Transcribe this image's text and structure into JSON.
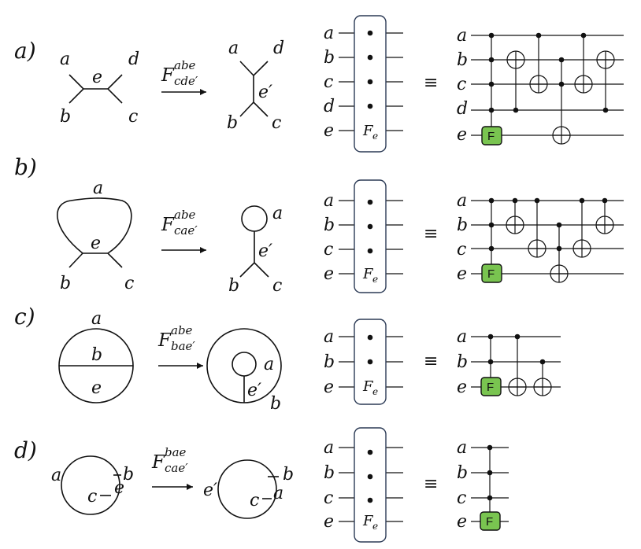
{
  "rows": [
    {
      "label": "a)",
      "left": {
        "a": "a",
        "b": "b",
        "c": "c",
        "d": "d",
        "e": "e"
      },
      "arrow": {
        "base": "F",
        "sup": "abe",
        "sub": "cde′"
      },
      "right": {
        "a": "a",
        "b": "b",
        "c": "c",
        "d": "d",
        "e": "e′"
      },
      "gate": {
        "wires": [
          "a",
          "b",
          "c",
          "d",
          "e"
        ],
        "label": "F",
        "sub": "e"
      },
      "equiv": "≡",
      "circuit": {
        "wires": [
          "a",
          "b",
          "c",
          "d",
          "e"
        ],
        "f_label": "F"
      }
    },
    {
      "label": "b)",
      "left": {
        "a": "a",
        "b": "b",
        "c": "c",
        "e": "e"
      },
      "arrow": {
        "base": "F",
        "sup": "abe",
        "sub": "cae′"
      },
      "right": {
        "a": "a",
        "b": "b",
        "c": "c",
        "e": "e′"
      },
      "gate": {
        "wires": [
          "a",
          "b",
          "c",
          "e"
        ],
        "label": "F",
        "sub": "e"
      },
      "equiv": "≡",
      "circuit": {
        "wires": [
          "a",
          "b",
          "c",
          "e"
        ],
        "f_label": "F"
      }
    },
    {
      "label": "c)",
      "left": {
        "a": "a",
        "b": "b",
        "e": "e"
      },
      "arrow": {
        "base": "F",
        "sup": "abe",
        "sub": "bae′"
      },
      "right": {
        "a": "a",
        "b": "b",
        "e": "e′"
      },
      "gate": {
        "wires": [
          "a",
          "b",
          "e"
        ],
        "label": "F",
        "sub": "e"
      },
      "equiv": "≡",
      "circuit": {
        "wires": [
          "a",
          "b",
          "e"
        ],
        "f_label": "F"
      }
    },
    {
      "label": "d)",
      "left": {
        "a": "a",
        "b": "b",
        "c": "c",
        "e": "e"
      },
      "arrow": {
        "base": "F",
        "sup": "bae",
        "sub": "cae′"
      },
      "right": {
        "a": "a",
        "b": "b",
        "c": "c",
        "e": "e′"
      },
      "gate": {
        "wires": [
          "a",
          "b",
          "c",
          "e"
        ],
        "label": "F",
        "sub": "e"
      },
      "equiv": "≡",
      "circuit": {
        "wires": [
          "a",
          "b",
          "c",
          "e"
        ],
        "f_label": "F"
      }
    }
  ]
}
